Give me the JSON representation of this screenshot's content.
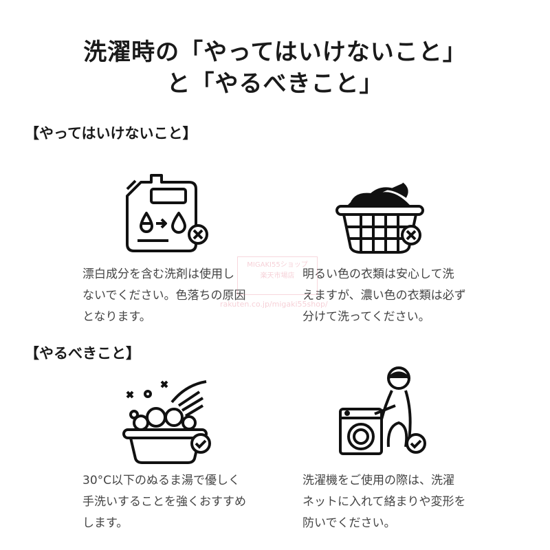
{
  "title": {
    "line1": "洗濯時の「やってはいけないこと」",
    "line2": "と「やるべきこと」"
  },
  "sections": [
    {
      "heading": "【やってはいけないこと】",
      "items": [
        {
          "icon": "bleach-container-prohibited-icon",
          "lines": [
            "漂白成分を含む洗剤は使用し",
            "ないでください。色落ちの原因",
            "となります。"
          ]
        },
        {
          "icon": "laundry-basket-prohibited-icon",
          "lines": [
            "明るい色の衣類は安心して洗",
            "えますが、濃い色の衣類は必ず",
            "分けて洗ってください。"
          ]
        }
      ]
    },
    {
      "heading": "【やるべきこと】",
      "items": [
        {
          "icon": "hand-wash-ok-icon",
          "lines": [
            "30°C以下のぬるま湯で優しく",
            "手洗いすることを強くおすすめ",
            "します。"
          ]
        },
        {
          "icon": "washing-machine-ok-icon",
          "lines": [
            "洗濯機をご使用の際は、洗濯",
            "ネットに入れて絡まりや変形を",
            "防いでください。"
          ]
        }
      ]
    }
  ],
  "watermark": {
    "line1": "MIGAKI55ショップ",
    "line2": "楽天市場店",
    "url": "rakuten.co.jp/migaki55shop/"
  }
}
